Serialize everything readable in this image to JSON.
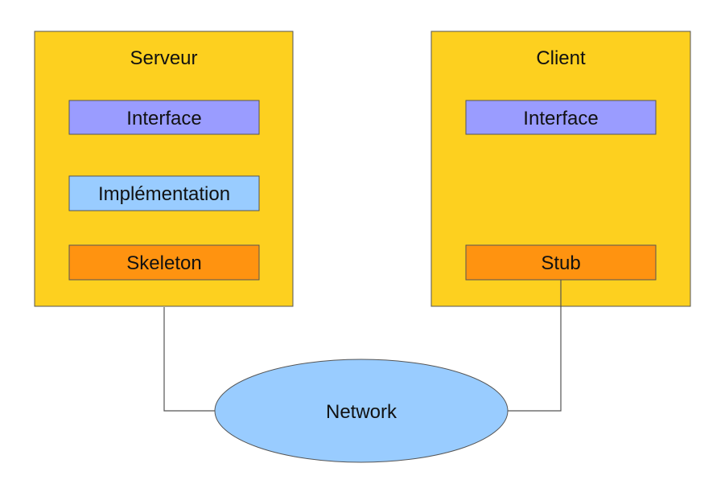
{
  "diagram": {
    "server": {
      "title": "Serveur",
      "interface": "Interface",
      "implementation": "Implémentation",
      "skeleton": "Skeleton"
    },
    "client": {
      "title": "Client",
      "interface": "Interface",
      "stub": "Stub"
    },
    "network": "Network"
  },
  "colors": {
    "container_fill": "#fdd01f",
    "container_stroke": "#555555",
    "interface_fill": "#9a9cff",
    "implementation_fill": "#99ccff",
    "skeleton_stub_fill": "#ff9310",
    "network_fill": "#99ccff",
    "connector": "#555555"
  }
}
